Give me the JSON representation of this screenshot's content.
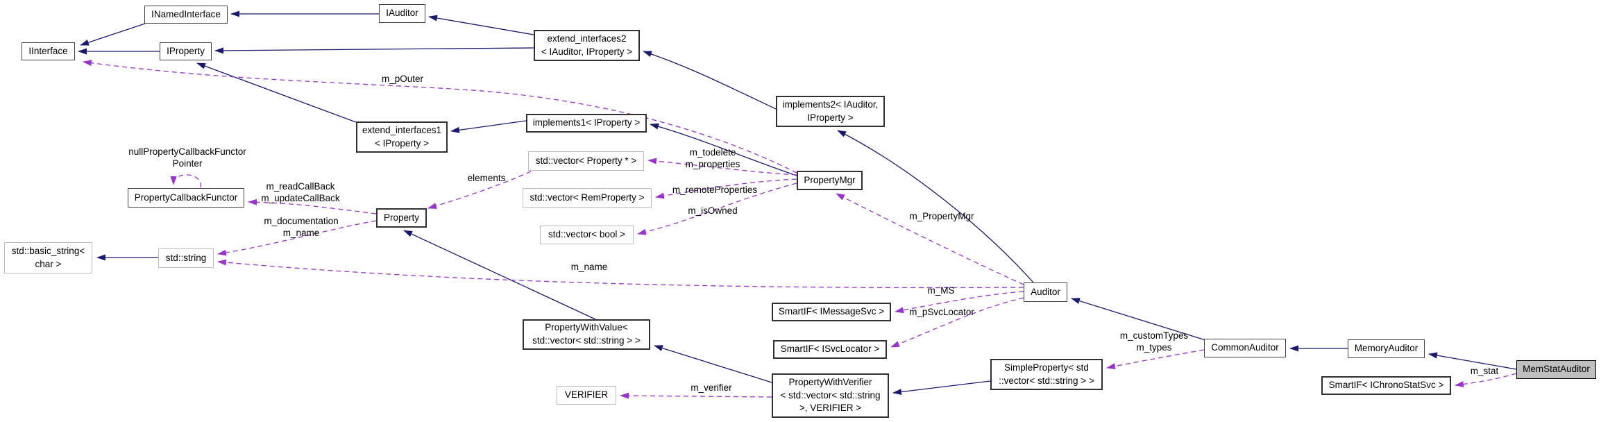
{
  "diagram": {
    "type": "collaboration-graph",
    "colors": {
      "background": "#ffffff",
      "inheritance_edge": "#191970",
      "usage_edge": "#9a32cd",
      "node_border": "#404040",
      "external_node_border": "#bcbcbc",
      "current_node_fill": "#bfbfbf"
    },
    "nodes": [
      {
        "id": "IInterface",
        "label": "IInterface",
        "kind": "class"
      },
      {
        "id": "INamedInterface",
        "label": "INamedInterface",
        "kind": "class"
      },
      {
        "id": "IAuditor",
        "label": "IAuditor",
        "kind": "class"
      },
      {
        "id": "IProperty",
        "label": "IProperty",
        "kind": "class"
      },
      {
        "id": "extend_interfaces2",
        "label": "extend_interfaces2\n< IAuditor, IProperty >",
        "kind": "class"
      },
      {
        "id": "implements2",
        "label": "implements2< IAuditor,\nIProperty >",
        "kind": "class"
      },
      {
        "id": "extend_interfaces1",
        "label": "extend_interfaces1\n< IProperty >",
        "kind": "class"
      },
      {
        "id": "implements1",
        "label": "implements1< IProperty >",
        "kind": "class"
      },
      {
        "id": "vector_property_ptr",
        "label": "std::vector< Property * >",
        "kind": "external"
      },
      {
        "id": "vector_remproperty",
        "label": "std::vector< RemProperty >",
        "kind": "external"
      },
      {
        "id": "vector_bool",
        "label": "std::vector< bool >",
        "kind": "external"
      },
      {
        "id": "PropertyMgr",
        "label": "PropertyMgr",
        "kind": "class"
      },
      {
        "id": "PropertyCallbackFunctor",
        "label": "PropertyCallbackFunctor",
        "kind": "class"
      },
      {
        "id": "Property",
        "label": "Property",
        "kind": "class"
      },
      {
        "id": "basic_string",
        "label": "std::basic_string<\nchar >",
        "kind": "external"
      },
      {
        "id": "std_string",
        "label": "std::string",
        "kind": "external"
      },
      {
        "id": "PropertyWithValue",
        "label": "PropertyWithValue<\nstd::vector< std::string > >",
        "kind": "class"
      },
      {
        "id": "VERIFIER",
        "label": "VERIFIER",
        "kind": "external"
      },
      {
        "id": "PropertyWithVerifier",
        "label": "PropertyWithVerifier\n< std::vector< std::string\n>, VERIFIER >",
        "kind": "class"
      },
      {
        "id": "SimpleProperty",
        "label": "SimpleProperty< std\n::vector< std::string > >",
        "kind": "class"
      },
      {
        "id": "SmartIF_IMessageSvc",
        "label": "SmartIF< IMessageSvc >",
        "kind": "class"
      },
      {
        "id": "SmartIF_ISvcLocator",
        "label": "SmartIF< ISvcLocator >",
        "kind": "class"
      },
      {
        "id": "Auditor",
        "label": "Auditor",
        "kind": "class"
      },
      {
        "id": "CommonAuditor",
        "label": "CommonAuditor",
        "kind": "class"
      },
      {
        "id": "MemoryAuditor",
        "label": "MemoryAuditor",
        "kind": "class"
      },
      {
        "id": "MemStatAuditor",
        "label": "MemStatAuditor",
        "kind": "current"
      },
      {
        "id": "SmartIF_IChronoStatSvc",
        "label": "SmartIF< IChronoStatSvc >",
        "kind": "class"
      }
    ],
    "edge_labels": [
      {
        "text": "m_pOuter"
      },
      {
        "text": "m_todelete\nm_properties"
      },
      {
        "text": "m_remoteProperties"
      },
      {
        "text": "m_isOwned"
      },
      {
        "text": "elements"
      },
      {
        "text": "m_readCallBack\nm_updateCallBack"
      },
      {
        "text": "nullPropertyCallbackFunctor\nPointer"
      },
      {
        "text": "m_documentation\nm_name"
      },
      {
        "text": "m_name"
      },
      {
        "text": "m_MS"
      },
      {
        "text": "m_pSvcLocator"
      },
      {
        "text": "m_PropertyMgr"
      },
      {
        "text": "m_customTypes\nm_types"
      },
      {
        "text": "m_stat"
      },
      {
        "text": "m_verifier"
      }
    ],
    "edges": [
      {
        "from": "INamedInterface",
        "to": "IInterface",
        "type": "inheritance"
      },
      {
        "from": "IProperty",
        "to": "IInterface",
        "type": "inheritance"
      },
      {
        "from": "IAuditor",
        "to": "INamedInterface",
        "type": "inheritance"
      },
      {
        "from": "extend_interfaces2",
        "to": "IAuditor",
        "type": "inheritance"
      },
      {
        "from": "extend_interfaces2",
        "to": "IProperty",
        "type": "inheritance"
      },
      {
        "from": "implements2",
        "to": "extend_interfaces2",
        "type": "inheritance"
      },
      {
        "from": "extend_interfaces1",
        "to": "IProperty",
        "type": "inheritance"
      },
      {
        "from": "implements1",
        "to": "extend_interfaces1",
        "type": "inheritance"
      },
      {
        "from": "PropertyMgr",
        "to": "implements1",
        "type": "inheritance"
      },
      {
        "from": "Auditor",
        "to": "implements2",
        "type": "inheritance"
      },
      {
        "from": "std_string",
        "to": "basic_string",
        "type": "inheritance"
      },
      {
        "from": "PropertyWithValue",
        "to": "Property",
        "type": "inheritance"
      },
      {
        "from": "PropertyWithVerifier",
        "to": "PropertyWithValue",
        "type": "inheritance"
      },
      {
        "from": "SimpleProperty",
        "to": "PropertyWithVerifier",
        "type": "inheritance"
      },
      {
        "from": "CommonAuditor",
        "to": "Auditor",
        "type": "inheritance"
      },
      {
        "from": "MemoryAuditor",
        "to": "CommonAuditor",
        "type": "inheritance"
      },
      {
        "from": "MemStatAuditor",
        "to": "MemoryAuditor",
        "type": "inheritance"
      },
      {
        "from": "PropertyMgr",
        "to": "IInterface",
        "type": "usage",
        "label": "m_pOuter"
      },
      {
        "from": "PropertyMgr",
        "to": "vector_property_ptr",
        "type": "usage",
        "label": "m_todelete m_properties"
      },
      {
        "from": "PropertyMgr",
        "to": "vector_remproperty",
        "type": "usage",
        "label": "m_remoteProperties"
      },
      {
        "from": "PropertyMgr",
        "to": "vector_bool",
        "type": "usage",
        "label": "m_isOwned"
      },
      {
        "from": "vector_property_ptr",
        "to": "Property",
        "type": "usage",
        "label": "elements"
      },
      {
        "from": "Property",
        "to": "PropertyCallbackFunctor",
        "type": "usage",
        "label": "m_readCallBack m_updateCallBack"
      },
      {
        "from": "PropertyCallbackFunctor",
        "to": "PropertyCallbackFunctor",
        "type": "usage",
        "label": "nullPropertyCallbackFunctorPointer"
      },
      {
        "from": "Property",
        "to": "std_string",
        "type": "usage",
        "label": "m_documentation m_name"
      },
      {
        "from": "Auditor",
        "to": "std_string",
        "type": "usage",
        "label": "m_name"
      },
      {
        "from": "Auditor",
        "to": "SmartIF_IMessageSvc",
        "type": "usage",
        "label": "m_MS"
      },
      {
        "from": "Auditor",
        "to": "SmartIF_ISvcLocator",
        "type": "usage",
        "label": "m_pSvcLocator"
      },
      {
        "from": "Auditor",
        "to": "PropertyMgr",
        "type": "usage",
        "label": "m_PropertyMgr"
      },
      {
        "from": "CommonAuditor",
        "to": "SimpleProperty",
        "type": "usage",
        "label": "m_customTypes m_types"
      },
      {
        "from": "MemStatAuditor",
        "to": "SmartIF_IChronoStatSvc",
        "type": "usage",
        "label": "m_stat"
      },
      {
        "from": "PropertyWithVerifier",
        "to": "VERIFIER",
        "type": "usage",
        "label": "m_verifier"
      }
    ]
  }
}
